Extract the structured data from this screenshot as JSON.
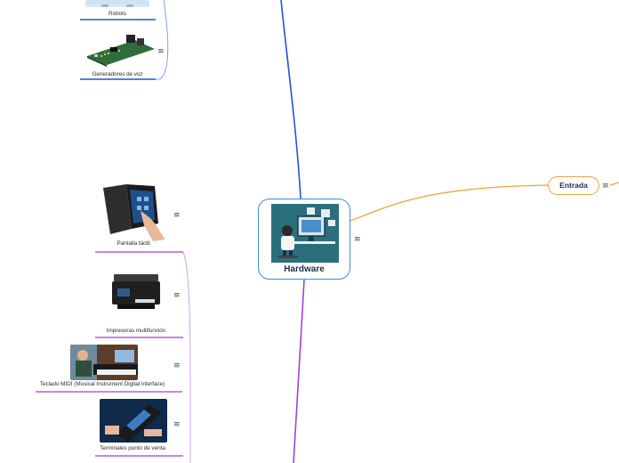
{
  "root": {
    "title": "Hardware",
    "menu_icon": "hamburger-menu-icon"
  },
  "branch_entrada": {
    "label": "Entrada",
    "color": "#f2a23a"
  },
  "colors": {
    "blue_branch": "#1f55d6",
    "purple_branch": "#a23fe0",
    "orange_branch": "#f2a23a",
    "root_border": "#3a8fd9"
  },
  "top_nodes": [
    {
      "label": "Robots"
    },
    {
      "label": "Generadores de voz"
    }
  ],
  "purple_nodes": [
    {
      "label": "Pantalla táctil"
    },
    {
      "label": "Impresoras multifunción"
    },
    {
      "label": "Teclado MIDI (Musical Instrument Digital Interface)"
    },
    {
      "label": "Terminales punto de venta"
    }
  ],
  "menu_glyph": "≡"
}
